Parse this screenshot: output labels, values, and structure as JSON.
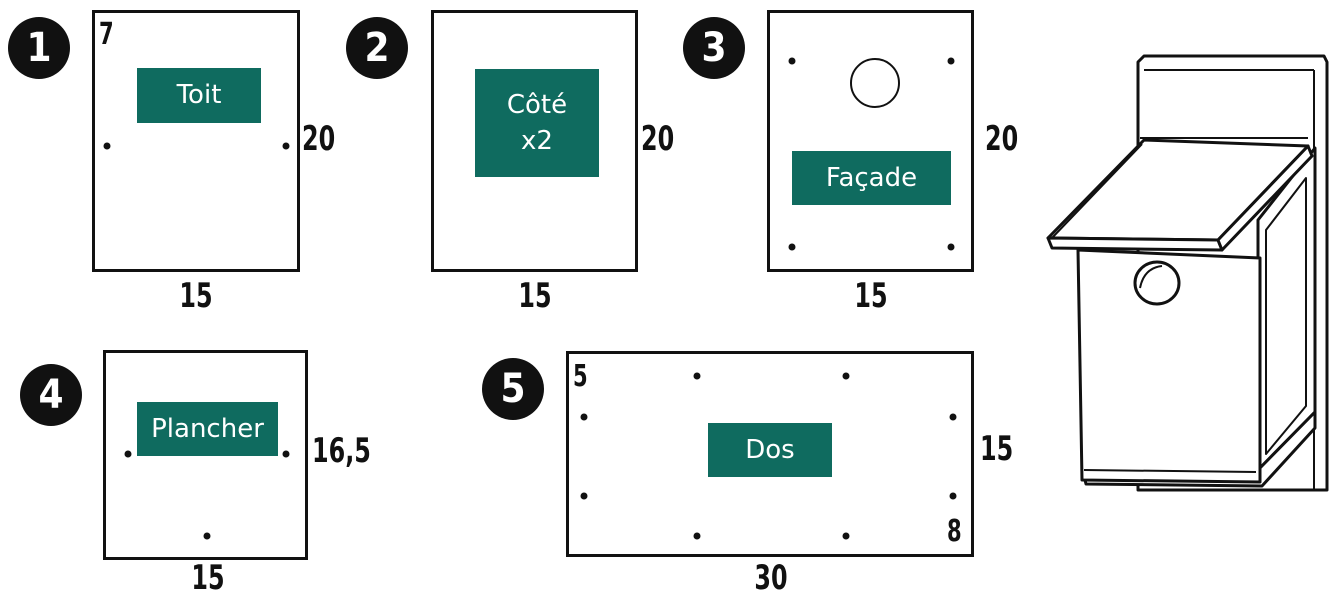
{
  "colors": {
    "label_bg": "#0f6b5f",
    "ink": "#111111",
    "background": "#ffffff"
  },
  "pieces": [
    {
      "number": "1",
      "name": "Toit",
      "width": "15",
      "height": "20",
      "inset": "7"
    },
    {
      "number": "2",
      "name": "Côté\nx2",
      "width": "15",
      "height": "20"
    },
    {
      "number": "3",
      "name": "Façade",
      "width": "15",
      "height": "20"
    },
    {
      "number": "4",
      "name": "Plancher",
      "width": "15",
      "height": "16,5"
    },
    {
      "number": "5",
      "name": "Dos",
      "width": "30",
      "height": "15",
      "inset_top": "5",
      "inset_bottom": "8"
    }
  ],
  "illustration": {
    "icon": "birdhouse-icon"
  }
}
